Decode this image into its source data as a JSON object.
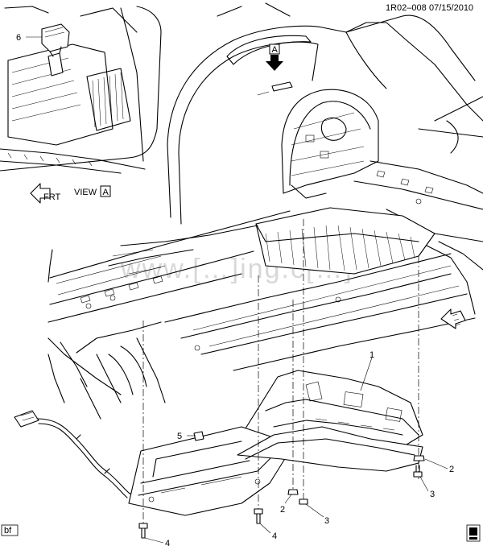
{
  "header": {
    "drawing_code": "1R02–008",
    "date": "07/15/2010"
  },
  "view_marker": {
    "prefix": "VIEW",
    "letter": "A"
  },
  "arrows": {
    "front_label": "FRT"
  },
  "callouts": [
    {
      "id": "1",
      "label": "1"
    },
    {
      "id": "2a",
      "label": "2"
    },
    {
      "id": "2b",
      "label": "2"
    },
    {
      "id": "3a",
      "label": "3"
    },
    {
      "id": "3b",
      "label": "3"
    },
    {
      "id": "4a",
      "label": "4"
    },
    {
      "id": "4b",
      "label": "4"
    },
    {
      "id": "5",
      "label": "5"
    },
    {
      "id": "6",
      "label": "6"
    }
  ],
  "footer": {
    "tag": "bf"
  },
  "watermark": "www.[…]ing.c[…]"
}
